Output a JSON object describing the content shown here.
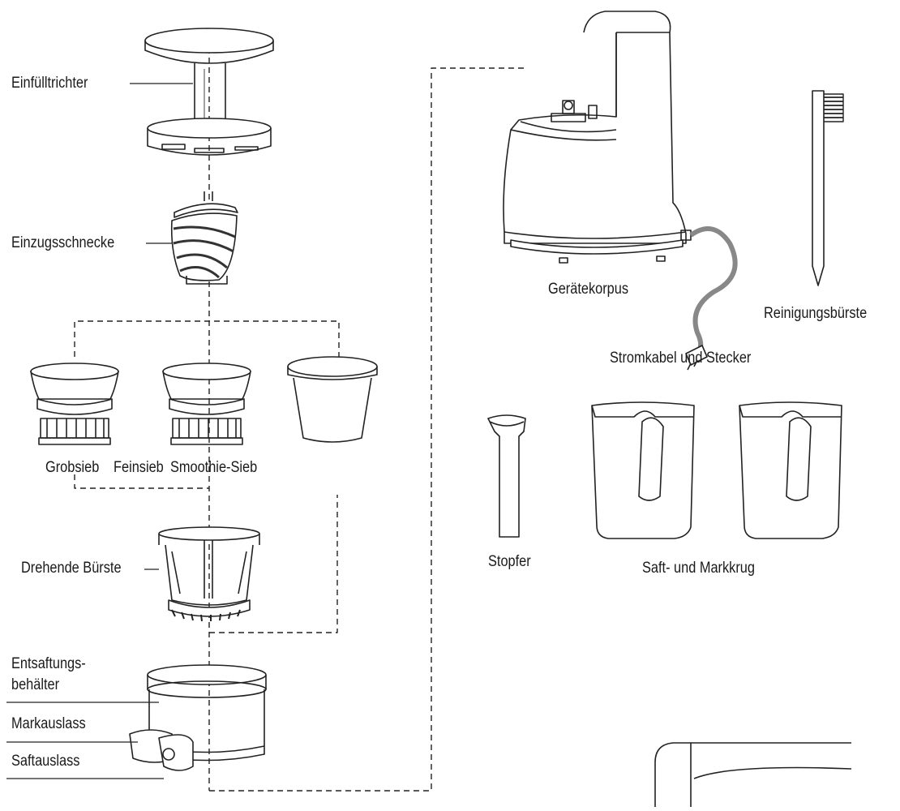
{
  "labels": {
    "einfuelltrichter": "Einfülltrichter",
    "einzugsschnecke": "Einzugsschnecke",
    "grobsieb": "Grobsieb",
    "feinsieb": "Feinsieb",
    "smoothie_sieb": "Smoothie-Sieb",
    "drehende_buerste": "Drehende Bürste",
    "entsaftungsbehaelter_line1": "Entsaftungs-",
    "entsaftungsbehaelter_line2": "behälter",
    "markauslass": "Markauslass",
    "saftauslass": "Saftauslass",
    "geraetekorpus": "Gerätekorpus",
    "stromkabel": "Stromkabel und Stecker",
    "reinigungsbuerste": "Reinigungsbürste",
    "stopfer": "Stopfer",
    "saft_markkrug": "Saft- und Markkrug"
  },
  "colors": {
    "line": "#222222",
    "cord": "#777777",
    "fill": "#ffffff",
    "shade": "#e8e8e8"
  }
}
